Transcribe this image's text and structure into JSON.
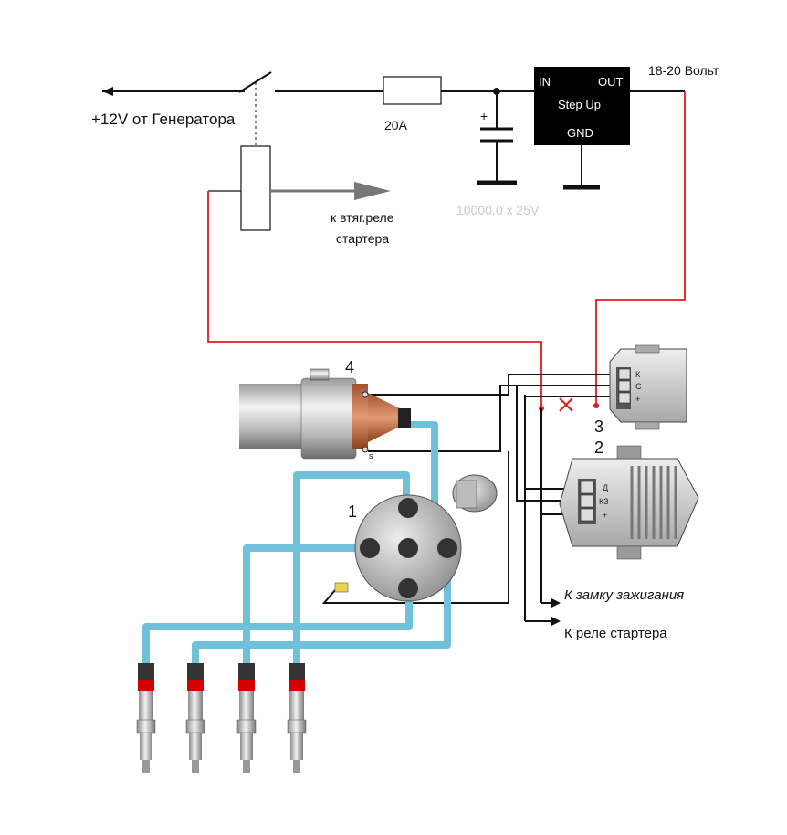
{
  "labels": {
    "generator": "+12V от Генератора",
    "fuse": "20A",
    "capacitor": "10000.0 х 25V",
    "output_voltage": "18-20 Вольт",
    "step_up_in": "IN",
    "step_up_out": "OUT",
    "step_up_title": "Step Up",
    "step_up_gnd": "GND",
    "starter_relay_line1": "к втяг.реле",
    "starter_relay_line2": "стартера",
    "cap_plus": "+",
    "coil_s": "s",
    "commutator_k": "К",
    "commutator_c": "С",
    "commutator_plus": "+",
    "regulator_d": "Д",
    "regulator_kz": "КЗ",
    "regulator_plus": "+",
    "to_ignition": "К замку зажигания",
    "to_starter_relay": "К реле стартера"
  },
  "numbers": {
    "distributor": "1",
    "regulator": "2",
    "commutator": "3",
    "coil": "4"
  },
  "colors": {
    "wire_black": "#111111",
    "wire_red": "#e01b1b",
    "hv_wire": "#6fc1d9",
    "module_bg": "#000000"
  }
}
